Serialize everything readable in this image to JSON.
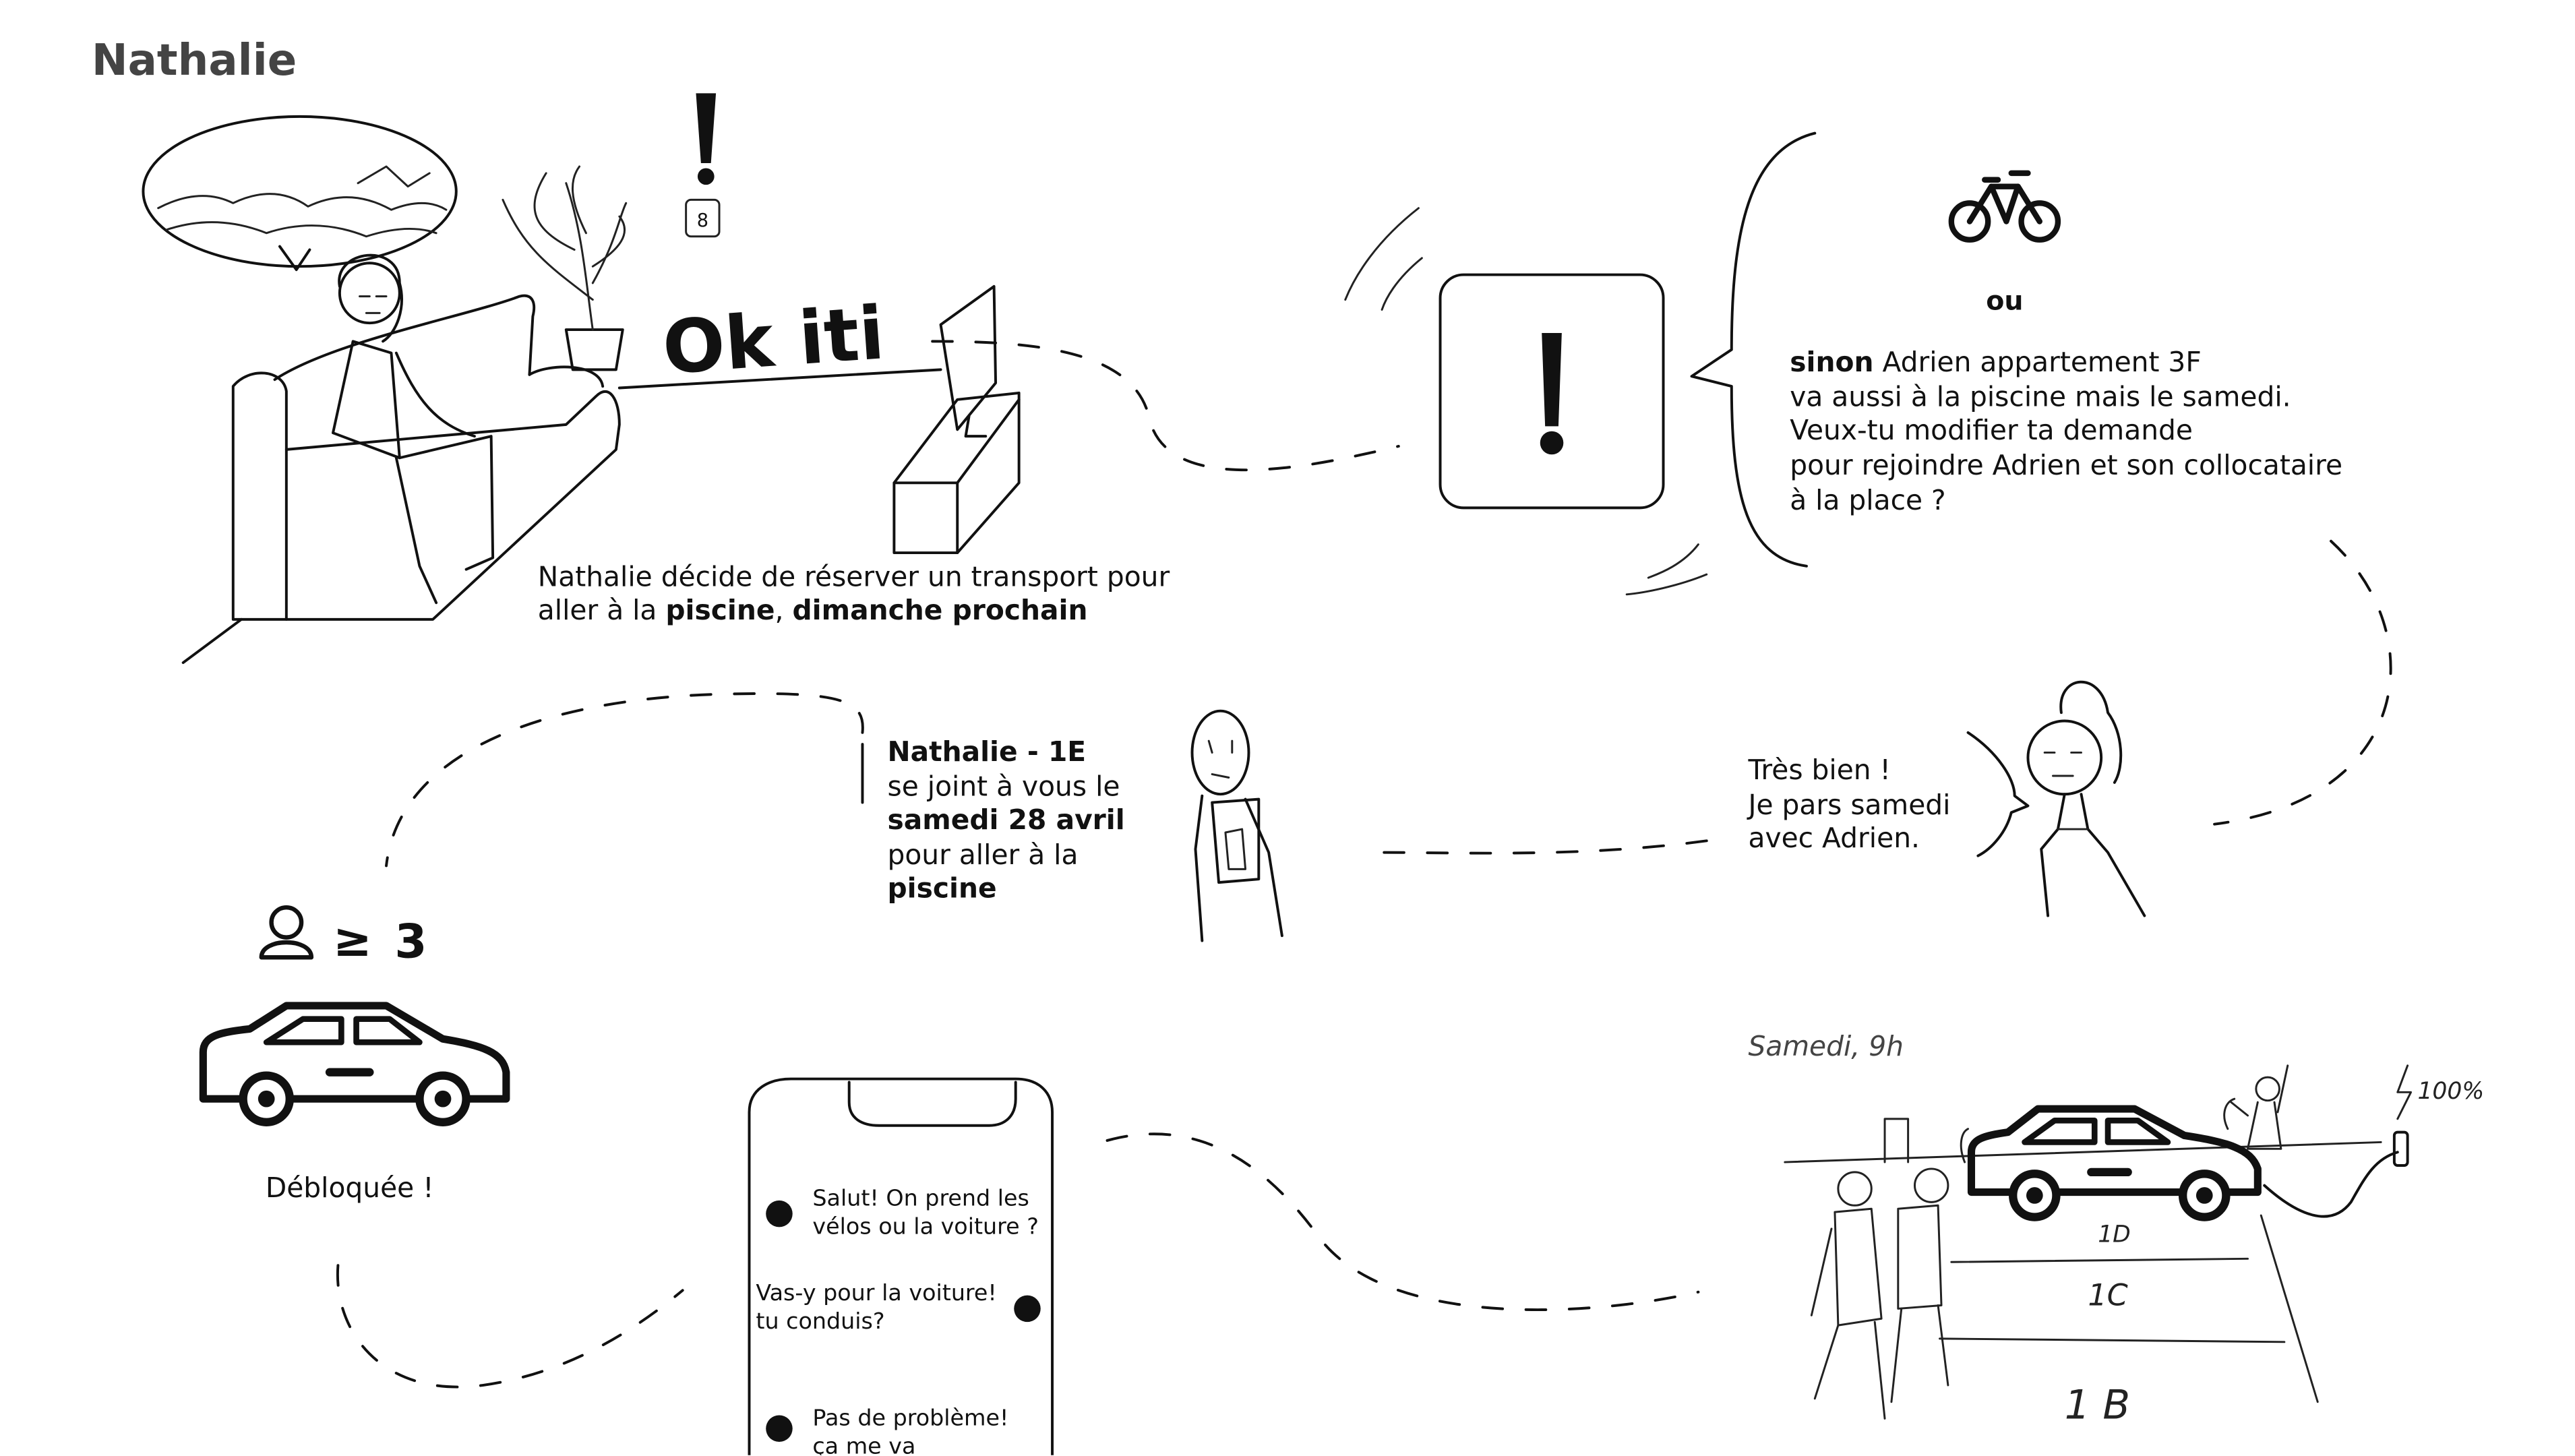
{
  "storyboard": {
    "persona_name": "Nathalie",
    "voice_command": "Ok iti",
    "speaker_digit": "8",
    "scene1": {
      "line1": "Nathalie décide de réserver un transport pour",
      "line2_prefix": "aller à la ",
      "line2_bold1": "piscine",
      "line2_sep": ", ",
      "line2_bold2": "dimanche prochain"
    },
    "suggestion": {
      "or_label": "ou",
      "bold_start": "sinon",
      "line1_rest": " Adrien appartement 3F",
      "line2": "va aussi à la piscine mais le samedi.",
      "line3": "Veux-tu modifier ta demande",
      "line4": "pour rejoindre Adrien et son collocataire",
      "line5": "à la place ?"
    },
    "reply": {
      "line1": "Très bien !",
      "line2": "Je pars samedi",
      "line3": "avec Adrien."
    },
    "notification": {
      "title": "Nathalie - 1E",
      "line2": "se joint à vous le",
      "line3": "samedi 28 avril",
      "line4": "pour aller à la",
      "line5": "piscine"
    },
    "carpool": {
      "symbol": "≥",
      "count": "3",
      "unlocked": "Débloquée !"
    },
    "chat": {
      "msg1_line1": "Salut! On prend les",
      "msg1_line2": "vélos ou la voiture ?",
      "msg2_line1": "Vas-y pour la voiture!",
      "msg2_line2": "tu conduis?",
      "msg3_line1": "Pas de problème!",
      "msg3_line2": "ça me va"
    },
    "departure": {
      "time_label": "Samedi, 9h",
      "battery": "100%",
      "spot_1d": "1D",
      "spot_1c": "1C",
      "spot_1b": "1 B"
    }
  }
}
